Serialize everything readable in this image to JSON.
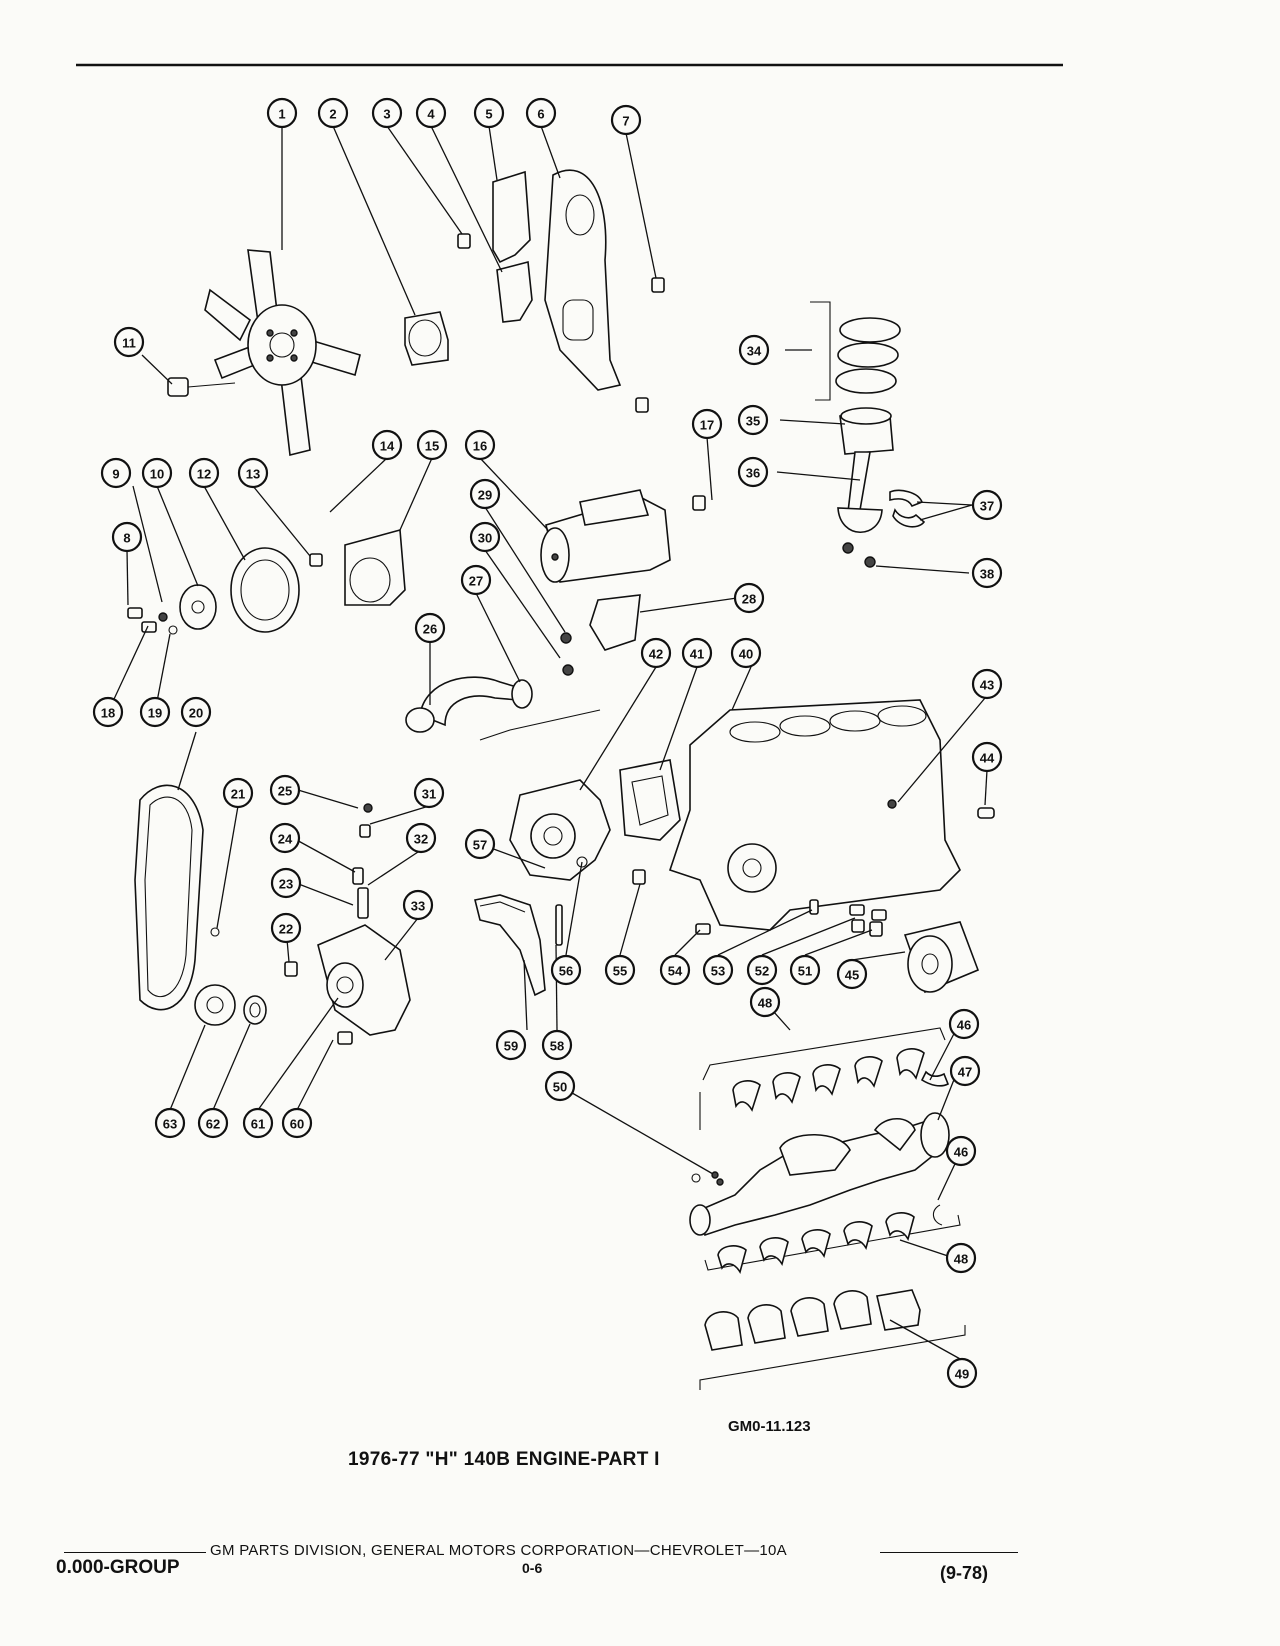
{
  "figure": {
    "reference_code": "GM0-11.123",
    "caption": "1976-77 \"H\" 140B ENGINE-PART I"
  },
  "callouts": [
    "1",
    "2",
    "3",
    "4",
    "5",
    "6",
    "7",
    "8",
    "9",
    "10",
    "11",
    "12",
    "13",
    "14",
    "15",
    "16",
    "17",
    "18",
    "19",
    "20",
    "21",
    "22",
    "23",
    "24",
    "25",
    "26",
    "27",
    "28",
    "29",
    "30",
    "31",
    "32",
    "33",
    "34",
    "35",
    "36",
    "37",
    "38",
    "40",
    "41",
    "42",
    "43",
    "44",
    "45",
    "46",
    "46",
    "47",
    "48",
    "48",
    "49",
    "50",
    "51",
    "52",
    "53",
    "54",
    "55",
    "56",
    "57",
    "58",
    "59",
    "60",
    "61",
    "62",
    "63"
  ],
  "footer": {
    "publisher_line": "GM PARTS DIVISION, GENERAL MOTORS CORPORATION—CHEVROLET—10A",
    "group": "0.000-GROUP",
    "page_number": "0-6",
    "revision_date": "(9-78)"
  }
}
